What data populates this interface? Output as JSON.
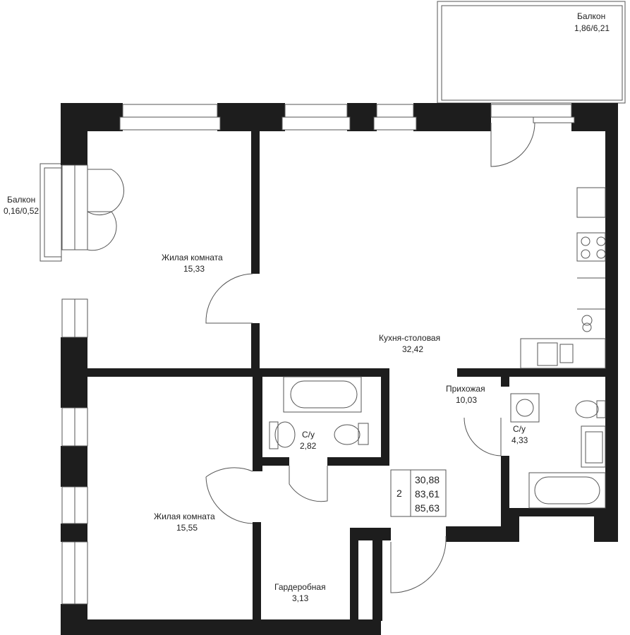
{
  "colors": {
    "wall": "#1d1d1d",
    "line": "#555555",
    "background": "#ffffff"
  },
  "rooms": [
    {
      "name": "Балкон",
      "area": "1,86/6,21"
    },
    {
      "name": "Балкон",
      "area": "0,16/0,52"
    },
    {
      "name": "Жилая комната",
      "area": "15,33"
    },
    {
      "name": "Кухня-столовая",
      "area": "32,42"
    },
    {
      "name": "Прихожая",
      "area": "10,03"
    },
    {
      "name": "С/у",
      "area": "2,82"
    },
    {
      "name": "С/у",
      "area": "4,33"
    },
    {
      "name": "Жилая комната",
      "area": "15,55"
    },
    {
      "name": "Гардеробная",
      "area": "3,13"
    }
  ],
  "summary": {
    "rooms_count": "2",
    "values": [
      "30,88",
      "83,61",
      "85,63"
    ]
  }
}
